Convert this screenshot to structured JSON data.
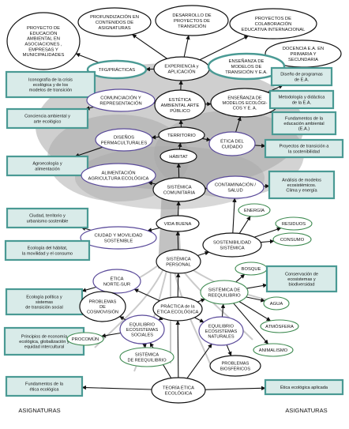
{
  "colors": {
    "teal": "#4a9a94",
    "box_fill": "#d9ebe9",
    "purple": "#5a4a9a",
    "green": "#3d8a50",
    "black": "#111111",
    "tree": "#a8a8a8"
  },
  "nodes": {
    "proyecto_educacion": [
      "PROYECTO DE",
      "EDUCACIÓN",
      "AMBIENTAL EN",
      "ASOCIACIONES ,",
      "EMPRESAS Y",
      "MUNICIPALIDADES"
    ],
    "profundizacion": [
      "PROFUNDIZACIÓN EN",
      "CONTENIDOS DE",
      "ASIGNATURAS"
    ],
    "desarrollo_proyectos": [
      "DESARROLLO DE",
      "PROYECTOS DE",
      "TRANSICIÓN"
    ],
    "proyectos_colaboracion": [
      "PROYECTOS DE",
      "COLABORACIÓN",
      "EDUCATIVA INTERNACIONAL"
    ],
    "docencia": [
      "DOCENCIA E.A. EN",
      "PRIMARIA Y",
      "SECUNDARIA"
    ],
    "tfg": [
      "TFG/PRÁCTICAS"
    ],
    "experiencia": [
      "EXPERIENCIA y",
      "APLICACIÓN"
    ],
    "ensenanza_modelos_top": [
      "ENSEÑANZA DE",
      "MODELOS DE",
      "TRANSICIÓN Y E.A."
    ],
    "diseno_programas": [
      "Diseño de programas",
      "de E.A."
    ],
    "iconografia": [
      "Iconografía de la crisis",
      "ecológica y de los",
      "modelos de transición"
    ],
    "comunicacion": [
      "COMUNCIACIÓN Y",
      "REPRESENTACIÓN"
    ],
    "estetica": [
      "ESTÉTICA",
      "AMBIENTAL ARTE",
      "PÚBLICO"
    ],
    "ensenanza_modelos_eco": [
      "ENSEÑANZA DE",
      "MODELOS ECOLÓGI-",
      "COS Y E. A."
    ],
    "metodologia": [
      "Metodología y didáctica",
      "de la E.A."
    ],
    "conciencia": [
      "Conciencia ambiental y",
      "arte ecológico"
    ],
    "fundamentos_ea": [
      "Fundamentos de la",
      "educación ambiental",
      "(E.A.)"
    ],
    "disenos": [
      "DISEÑOS",
      "PERMACULTURALES"
    ],
    "territorio": [
      "TERRITORIO"
    ],
    "etica_cuidado": [
      "ÉTICA DEL",
      "CUIDADO"
    ],
    "proyectos_transicion": [
      "Proyectos de transición a",
      "la sostenibilidad"
    ],
    "agroecologia": [
      "Agroecología y",
      "alimentación"
    ],
    "habitat": [
      "HÁBITAT"
    ],
    "alimentacion": [
      "ALIMENTACIÓN",
      "AGRICULTURA ECOLÓGICA"
    ],
    "sistemica_comunitaria": [
      "SISTÉMICA",
      "COMUNITARIA"
    ],
    "contaminacion": [
      "CONTAMINACIÓN /",
      "SALUD"
    ],
    "analisis_modelos": [
      "Análisis de modelos",
      "ecosistémicos.",
      "Clima y energía"
    ],
    "energia": [
      "ENERGÍA"
    ],
    "ciudad_territorio": [
      "Ciudad, territorio y",
      "urbanismo sostenible"
    ],
    "residuos": [
      "RESIDUOS"
    ],
    "vida_buena": [
      "VIDA BUENA"
    ],
    "ciudad_movilidad": [
      "CIUDAD  Y  MOVILIDAD",
      "SOSTENIBLE"
    ],
    "sostenibilidad": [
      "SOSTENIBILIDAD",
      "SISTÉMICA"
    ],
    "consumo": [
      "CONSUMO"
    ],
    "ecologia_habitat": [
      "Ecología del hábitat,",
      "la movilidad y el consumo"
    ],
    "sistemica_personal": [
      "SISTÉMICA",
      "PERSONAL"
    ],
    "bosque": [
      "BOSQUE"
    ],
    "conservacion": [
      "Conservación de",
      "ecosistemas y",
      "biodiversidad"
    ],
    "etica_norte_sur": [
      "ÉTICA",
      "NORTE-SUR"
    ],
    "sistemica_reequilibrio_r": [
      "SISTÉMICA DE",
      "REEQUILIBRIO"
    ],
    "ecologia_politica": [
      "Ecología política y",
      "sistemas",
      "de transición social"
    ],
    "problemas_cosmovision": [
      "PROBLEMAS",
      "DE",
      "COSMOVISIÓN"
    ],
    "agua": [
      "AGUA"
    ],
    "practica_etica": [
      "PRÁCTICA de la",
      "ÉTICA ECOLÓGICA"
    ],
    "principios": [
      "Principios de economía",
      "ecológica, globalización y",
      "equidad intercultural"
    ],
    "equilibrio_sociales": [
      "EQUILIBRIO",
      "ECOSISTEMAS",
      "SOCIALES"
    ],
    "atmosfera": [
      "ATMÓSFERA"
    ],
    "procomun": [
      "PROCOMÚN"
    ],
    "equilibrio_naturales": [
      "EQUILIBRIO",
      "ECOSISTEMAS",
      "NATURALES"
    ],
    "sistemica_reequilibrio_l": [
      "SISTÉMICA",
      "DE REEQUILIBRIO"
    ],
    "animalismo": [
      "ANIMALISMO"
    ],
    "problemas_biosfericos": [
      "PROBLEMAS",
      "BIOSFÉRICOS"
    ],
    "fundamentos_etica": [
      "Fundamentos de la",
      "ética ecológica"
    ],
    "teoria_etica": [
      "TEORÍA ÉTICA",
      "ECOLÓGICA"
    ],
    "etica_aplicada": [
      "Ética ecológica aplicada"
    ]
  },
  "footer": {
    "left_label": "ASIGNATURAS",
    "right_label": "ASIGNATURAS"
  }
}
